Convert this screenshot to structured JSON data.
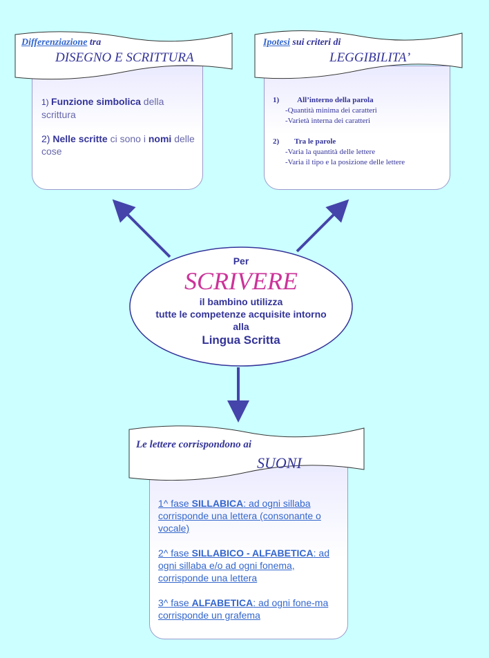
{
  "left_card": {
    "title_link": "Differenziazione",
    "title_rest": " tra",
    "title_main": "DISEGNO E SCRITTURA",
    "items": [
      {
        "num": "1) ",
        "bold": "Funzione simbolica",
        "rest": " della scrittura"
      },
      {
        "num": "2) ",
        "bold": "Nelle scritte",
        "mid": " ci sono i ",
        "bold2": "nomi",
        "rest": " delle cose"
      }
    ]
  },
  "right_card": {
    "title_link": "Ipotesi",
    "title_rest": " sui criteri di",
    "title_main": "LEGGIBILITA’",
    "sections": [
      {
        "num": "1)",
        "heading": "All’interno della parola",
        "lines": [
          "-Quantità minima dei caratteri",
          "-Varietà interna dei caratteri"
        ]
      },
      {
        "num": "2)",
        "heading": "Tra le parole",
        "lines": [
          "-Varia la quantità delle lettere",
          "-Varia il tipo e la posizione delle lettere"
        ]
      }
    ]
  },
  "center": {
    "per": "Per",
    "scrivere": "SCRIVERE",
    "line1": "il bambino utilizza",
    "line2": "tutte le competenze acquisite intorno",
    "line3": "alla",
    "line4": "Lingua Scritta"
  },
  "bottom_card": {
    "title_small": "Le lettere corrispondono ai",
    "title_main": "SUONI",
    "phases": [
      {
        "pre": "1^ fase ",
        "bold": "SILLABICA",
        "rest": ": ad ogni sillaba corrisponde una lettera (consonante o vocale)"
      },
      {
        "pre": "2^ fase ",
        "bold": "SILLABICO - ALFABETICA",
        "rest": ": ad ogni sillaba e/o ad ogni fonema, corrisponde una lettera"
      },
      {
        "pre": "3^ fase ",
        "bold": "ALFABETICA",
        "rest": ": ad ogni fone-ma corrisponde un grafema"
      }
    ]
  },
  "colors": {
    "background": "#ccffff",
    "navy": "#333399",
    "link": "#3366cc",
    "magenta": "#cc3399",
    "arrow": "#4444aa"
  }
}
